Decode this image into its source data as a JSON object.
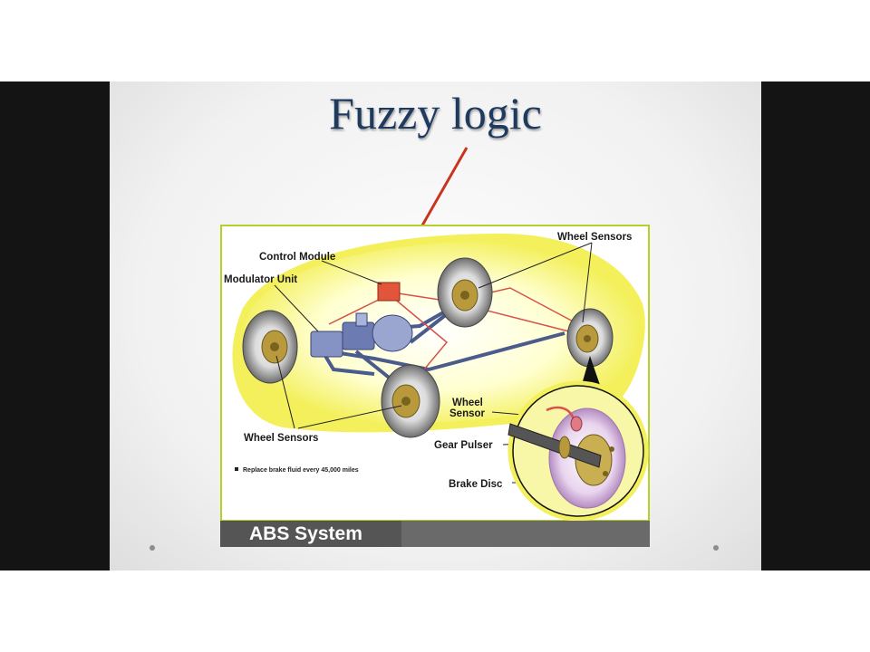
{
  "slide": {
    "title": "Fuzzy logic"
  },
  "figure": {
    "banner": "ABS System",
    "note": "Replace brake fluid every 45,000 miles",
    "labels": {
      "control_module": "Control Module",
      "modulator_unit": "Modulator Unit",
      "wheel_sensors_top": "Wheel Sensors",
      "wheel_sensors_bottom": "Wheel Sensors",
      "wheel_sensor_line1": "Wheel",
      "wheel_sensor_line2": "Sensor",
      "gear_pulser": "Gear Pulser",
      "brake_disc": "Brake Disc"
    }
  },
  "colors": {
    "title": "#1f3a5f",
    "arrow": "#c8341d",
    "highlight_yellow": "#f3f05c",
    "frame_green": "#b8cf2a",
    "banner_gray": "#555555"
  }
}
